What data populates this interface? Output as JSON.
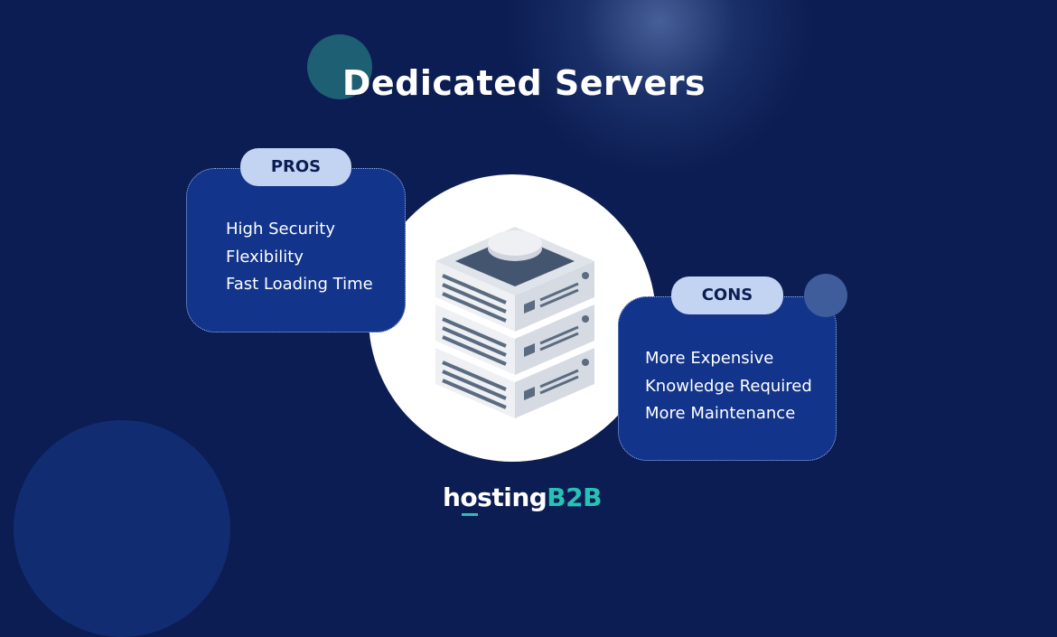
{
  "title": "Dedicated Servers",
  "pros": {
    "label": "PROS",
    "items": [
      "High Security",
      "Flexibility",
      "Fast Loading Time"
    ]
  },
  "cons": {
    "label": "CONS",
    "items": [
      "More Expensive",
      "Knowledge Required",
      "More Maintenance"
    ]
  },
  "brand": {
    "part1": "hosting",
    "part2": "B2B"
  },
  "icons": [
    "server-stack-icon"
  ],
  "colors": {
    "background": "#0b1d52",
    "card": "#12348a",
    "pill": "#c3d4f2",
    "accent": "#28c2b4"
  }
}
